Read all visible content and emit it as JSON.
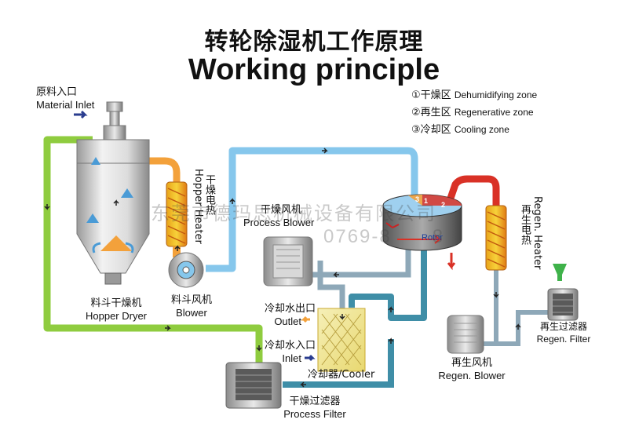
{
  "title_cn": "转轮除湿机工作原理",
  "title_en": "Working principle",
  "zones": [
    {
      "num": "①",
      "cn": "干燥区",
      "en": "Dehumidifying zone"
    },
    {
      "num": "②",
      "cn": "再生区",
      "en": "Regenerative zone"
    },
    {
      "num": "③",
      "cn": "冷却区",
      "en": "Cooling zone"
    }
  ],
  "labels": {
    "material_inlet_cn": "原料入口",
    "material_inlet_en": "Material Inlet",
    "hopper_dryer_cn": "料斗干燥机",
    "hopper_dryer_en": "Hopper Dryer",
    "blower_cn": "料斗风机",
    "blower_en": "Blower",
    "hopper_heater_en": "Hopper Heater",
    "hopper_heater_cn": "干燥电热",
    "process_blower_cn": "干燥风机",
    "process_blower_en": "Process Blower",
    "rotor": "Rotor",
    "rotor_num_1": "1",
    "rotor_num_2": "2",
    "rotor_num_3": "3",
    "outlet_cn": "冷却水出口",
    "outlet_en": "Outlet",
    "inlet_cn": "冷却水入口",
    "inlet_en": "Inlet",
    "cooler": "冷却器/Cooler",
    "process_filter_cn": "干燥过滤器",
    "process_filter_en": "Process Filter",
    "regen_heater_en": "Regen. Heater",
    "regen_heater_cn": "再生电热",
    "regen_blower_cn": "再生风机",
    "regen_blower_en": "Regen. Blower",
    "regen_filter_cn": "再生过滤器",
    "regen_filter_en": "Regen. Filter"
  },
  "watermark_cn": "东莞市德玛思机械设备有限公司",
  "watermark_tel": "0769-8      8",
  "colors": {
    "process_air": "#86c7ec",
    "return_air": "#8fcc3f",
    "hot_air": "#f3a13b",
    "regen_hot": "#d93126",
    "cooling_water": "#3f8ea7",
    "exhaust": "#8ea8b8"
  }
}
